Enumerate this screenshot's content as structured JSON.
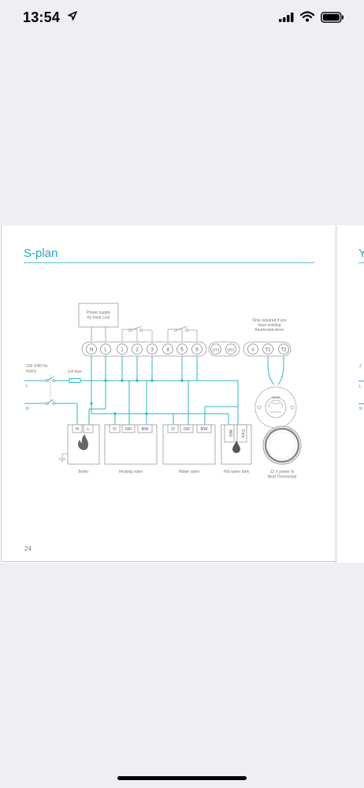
{
  "status_bar": {
    "time": "13:54",
    "icons": [
      "location-arrow-icon",
      "cellular-signal-icon",
      "wifi-icon",
      "battery-icon"
    ]
  },
  "document": {
    "title": "S-plan",
    "page_number": "24",
    "next_page_title_fragment": "Y",
    "next_page_fragments": [
      "2",
      "L",
      "N"
    ]
  },
  "diagram": {
    "power_supply_label": "Power supply\nfor Heat Link",
    "note_label": "Only required if you\nhave existing\nthermostat wires",
    "mains_label": "230 V/50 Hz\nmains",
    "fuse_label": "3 A fuse",
    "line_l": "L",
    "line_n": "N",
    "terminals_main": [
      "N",
      "L",
      "1",
      "2",
      "3",
      "4",
      "5",
      "6"
    ],
    "terminals_ot": [
      "OT1",
      "OT2"
    ],
    "terminals_t": [
      "⏚",
      "T1",
      "T2"
    ],
    "devices": [
      {
        "name": "Boiler",
        "terminals": [
          "N",
          "L"
        ],
        "icon": "flame-icon"
      },
      {
        "name": "Heating valve",
        "terminals": [
          "O",
          "GR",
          "BW"
        ]
      },
      {
        "name": "Water valve",
        "terminals": [
          "O",
          "GR",
          "BW"
        ]
      },
      {
        "name": "Hot water tank",
        "terminals": [
          "N/O",
          "Com"
        ],
        "icon": "water-drop-icon"
      }
    ],
    "heat_link_brand": "nest",
    "thermostat_label": "12 V power to\nNest Thermostat"
  },
  "colors": {
    "accent": "#29b6c8",
    "wire_gray": "#8a8a8a",
    "background": "#eeeef3"
  }
}
